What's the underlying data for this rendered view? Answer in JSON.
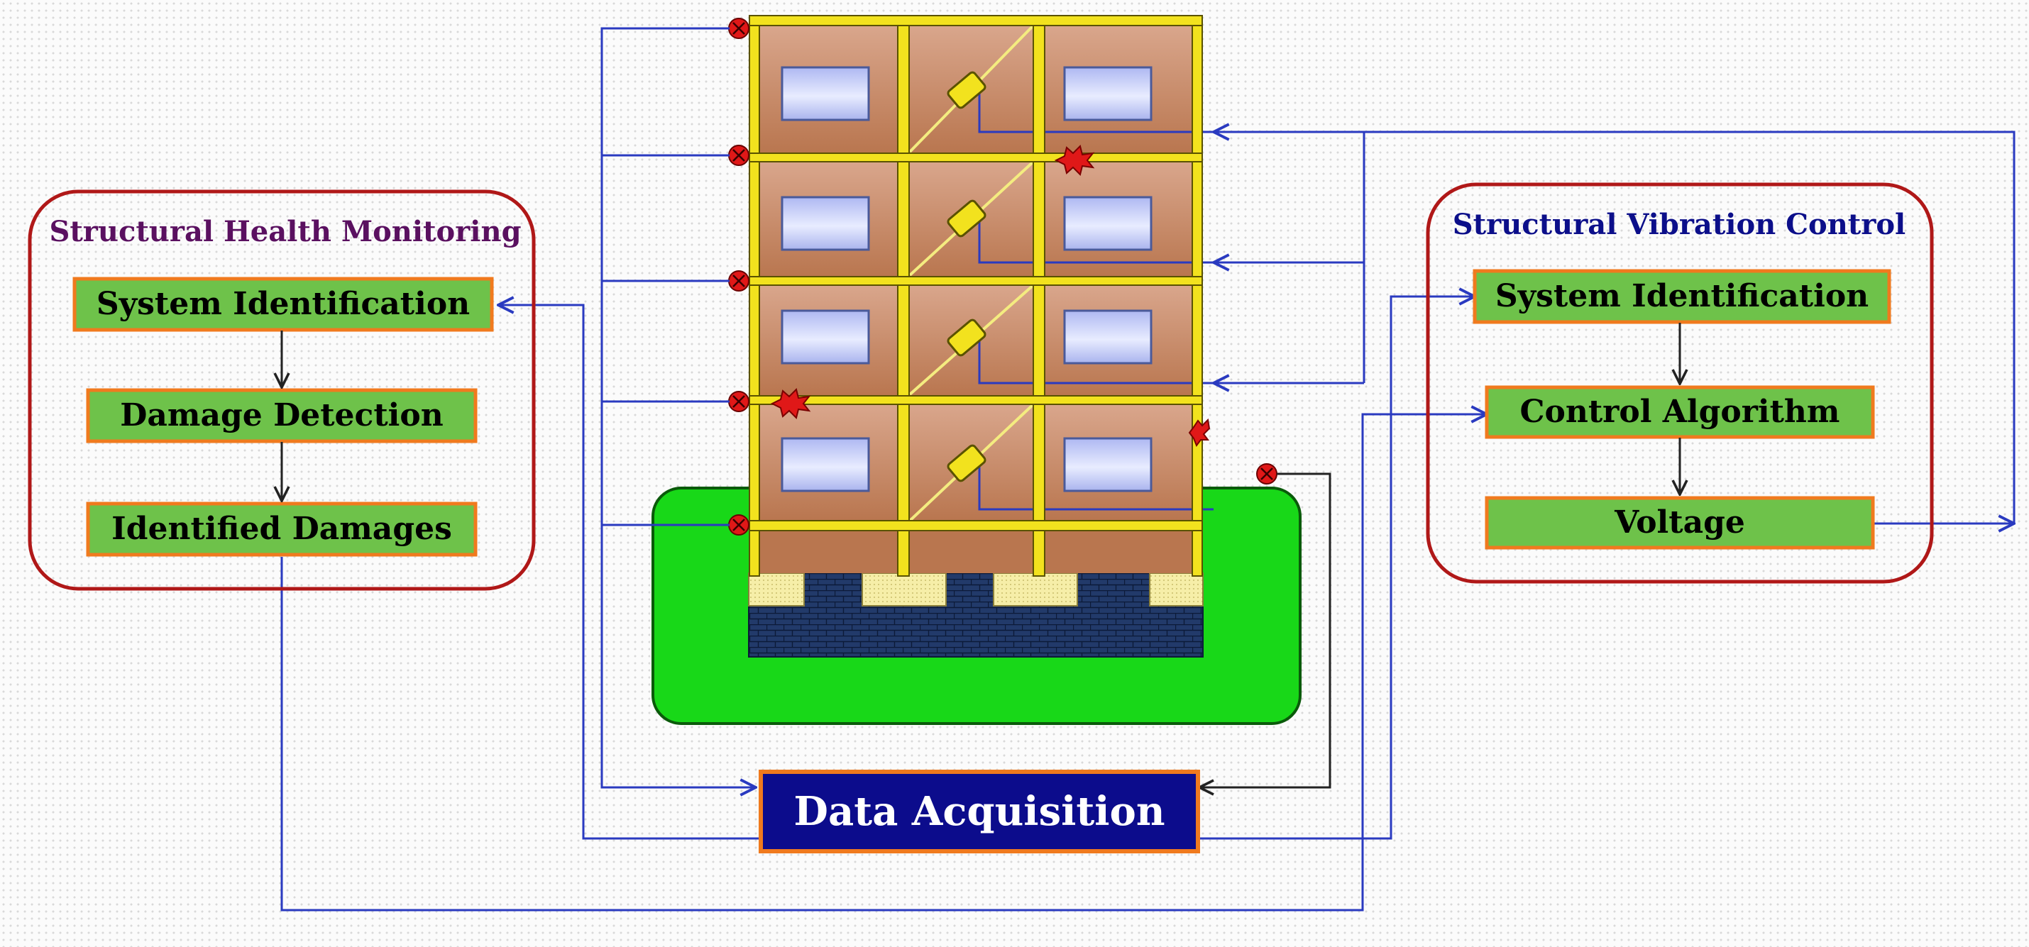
{
  "shm": {
    "title": "Structural Health Monitoring",
    "steps": [
      "System Identification",
      "Damage Detection",
      "Identified Damages"
    ]
  },
  "svc": {
    "title": "Structural Vibration Control",
    "steps": [
      "System Identification",
      "Control Algorithm",
      "Voltage"
    ]
  },
  "daq": {
    "label": "Data Acquisition"
  },
  "colors": {
    "shm_title": "#5a1060",
    "svc_title": "#0c0f8a",
    "group_border": "#b01818",
    "step_fill": "#6ec24a",
    "step_border": "#f07a1e",
    "daq_fill": "#0c0c8c",
    "daq_text": "#ffffff",
    "wire_blue": "#2a3ac0",
    "wire_black": "#222222",
    "frame": "#f2e21e",
    "ground": "#18d818"
  }
}
